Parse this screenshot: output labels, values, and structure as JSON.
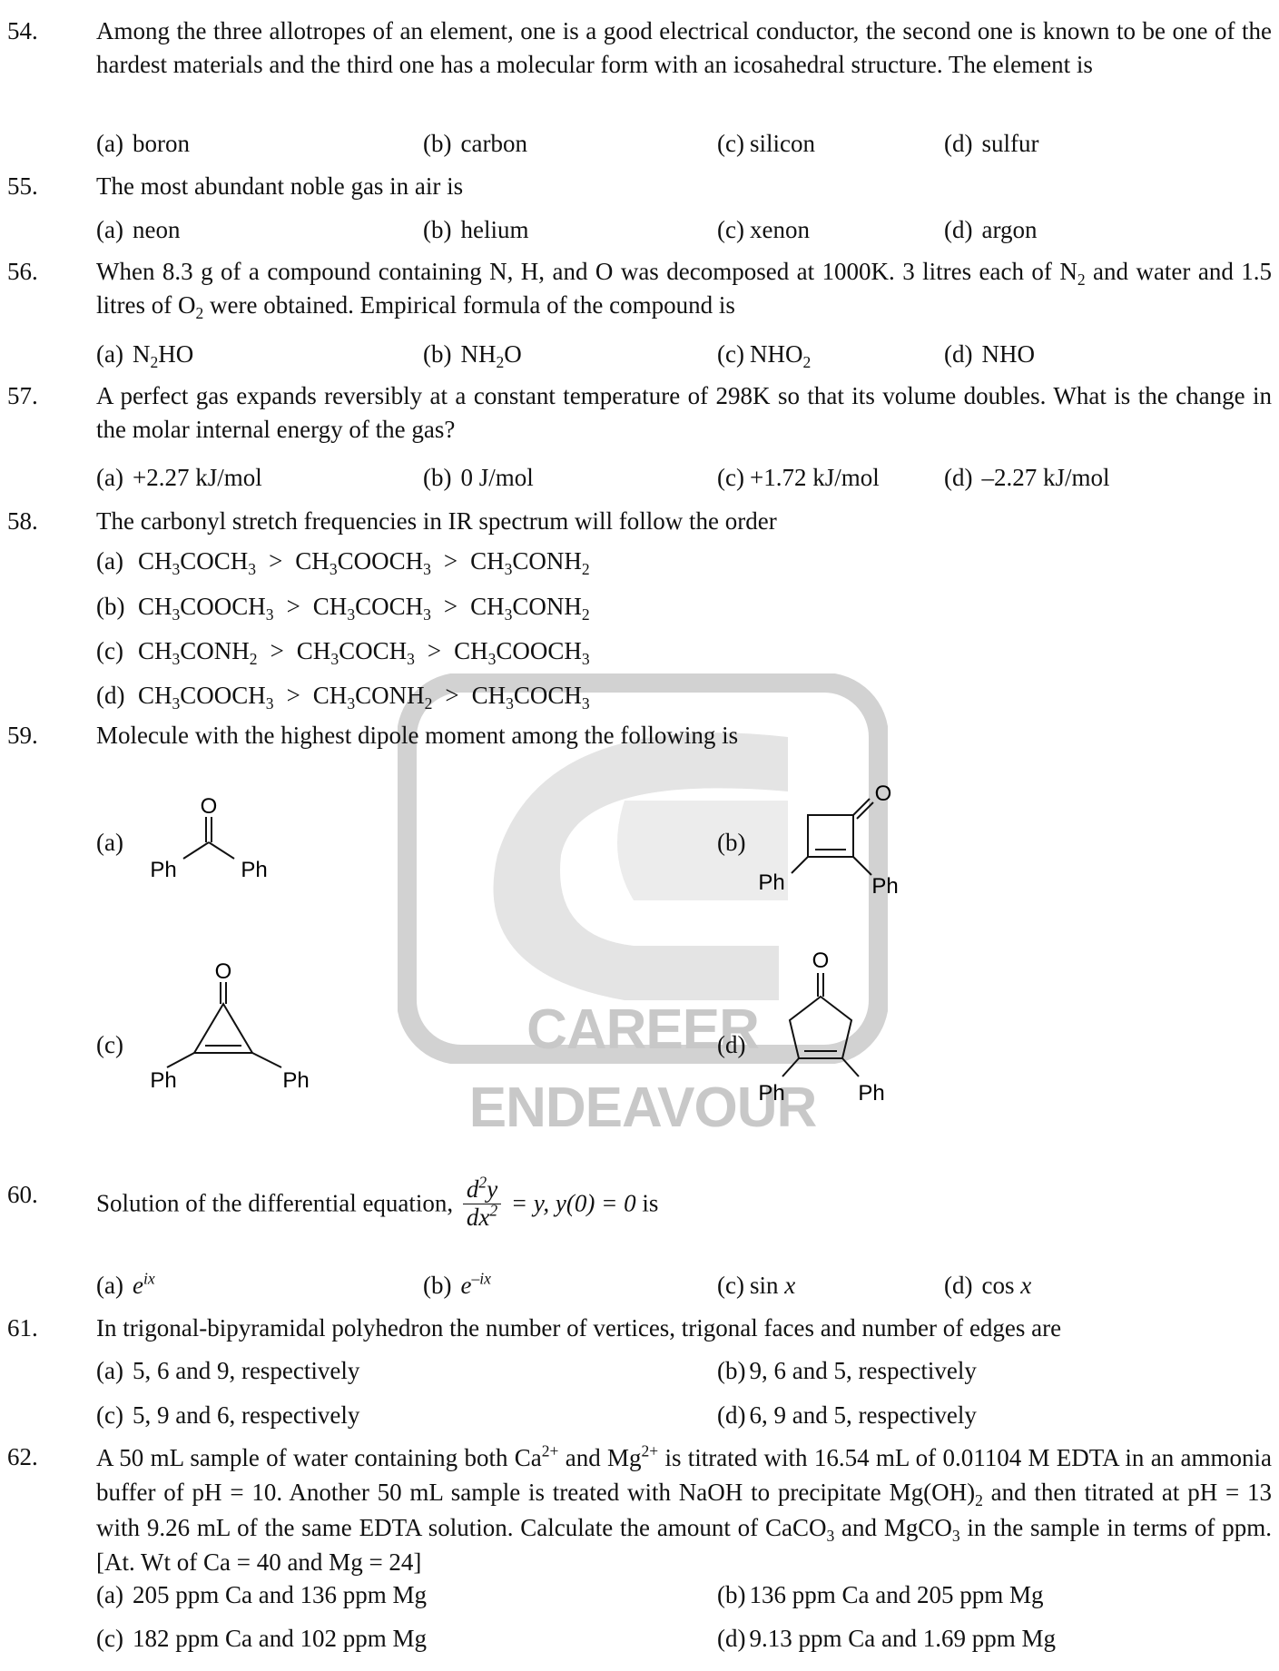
{
  "q54": {
    "num": "54.",
    "text": "Among the three allotropes of an element, one is a good electrical conductor, the second one is known to be one of the hardest materials and the third one has a molecular form with an icosahedral structure. The element is",
    "options": [
      {
        "label": "(a)",
        "text": "boron"
      },
      {
        "label": "(b)",
        "text": "carbon"
      },
      {
        "label": "(c)",
        "text": "silicon"
      },
      {
        "label": "(d)",
        "text": "sulfur"
      }
    ]
  },
  "q55": {
    "num": "55.",
    "text": "The most abundant noble gas in air is",
    "options": [
      {
        "label": "(a)",
        "text": "neon"
      },
      {
        "label": "(b)",
        "text": "helium"
      },
      {
        "label": "(c)",
        "text": "xenon"
      },
      {
        "label": "(d)",
        "text": "argon"
      }
    ]
  },
  "q56": {
    "num": "56.",
    "text_a": "When 8.3 g of a compound containing N, H, and O was decomposed at 1000K. 3 litres each of N",
    "sub_a": "2",
    "text_b": " and water and 1.5 litres of O",
    "sub_b": "2",
    "text_c": " were obtained. Empirical formula of the compound is",
    "options": [
      {
        "label": "(a)",
        "pre": "N",
        "sub": "2",
        "post": "HO"
      },
      {
        "label": "(b)",
        "pre": "NH",
        "sub": "2",
        "post": "O"
      },
      {
        "label": "(c)",
        "pre": "NHO",
        "sub": "2",
        "post": ""
      },
      {
        "label": "(d)",
        "pre": "NHO",
        "sub": "",
        "post": ""
      }
    ]
  },
  "q57": {
    "num": "57.",
    "text": "A perfect gas expands reversibly at a constant temperature of 298K so that its volume doubles. What is the change in the molar internal energy of the gas?",
    "options": [
      {
        "label": "(a)",
        "text": "+2.27 kJ/mol"
      },
      {
        "label": "(b)",
        "text": "0 J/mol"
      },
      {
        "label": "(c)",
        "text": "+1.72 kJ/mol"
      },
      {
        "label": "(d)",
        "text": "–2.27 kJ/mol"
      }
    ]
  },
  "q58": {
    "num": "58.",
    "text": "The carbonyl stretch frequencies in IR spectrum will follow the order",
    "gt": ">",
    "ch": "CH",
    "three": "3",
    "two": "2",
    "co": "CO",
    "och": "OCH",
    "nh": "NH",
    "c_suffix": "C",
    "options": [
      {
        "label": "(a)",
        "order": [
          "acetone",
          "ester",
          "amide"
        ]
      },
      {
        "label": "(b)",
        "order": [
          "ester",
          "acetone",
          "amide"
        ]
      },
      {
        "label": "(c)",
        "order": [
          "amide",
          "acetone",
          "ester"
        ]
      },
      {
        "label": "(d)",
        "order": [
          "ester",
          "amide",
          "acetone"
        ]
      }
    ]
  },
  "q59": {
    "num": "59.",
    "text": "Molecule with the highest dipole moment among the following is",
    "options": [
      {
        "label": "(a)"
      },
      {
        "label": "(b)"
      },
      {
        "label": "(c)"
      },
      {
        "label": "(d)"
      }
    ],
    "atom_o": "O",
    "group_ph": "Ph"
  },
  "q60": {
    "num": "60.",
    "text_pre": "Solution of the differential equation,",
    "frac_num": "d",
    "frac_num_sup": "2",
    "frac_num_var": "y",
    "frac_den": "dx",
    "frac_den_sup": "2",
    "eq_rest": " = y,  y(0) = 0",
    "text_post": " is",
    "options": [
      {
        "label": "(a)",
        "base": "e",
        "sup": "ix"
      },
      {
        "label": "(b)",
        "base": "e",
        "sup": "–ix"
      },
      {
        "label": "(c)",
        "text": "sin ",
        "var": "x"
      },
      {
        "label": "(d)",
        "text": "cos ",
        "var": "x"
      }
    ]
  },
  "q61": {
    "num": "61.",
    "text": "In trigonal-bipyramidal polyhedron the number of vertices, trigonal faces and number of edges are",
    "options": [
      {
        "label": "(a)",
        "text": "5, 6 and 9, respectively"
      },
      {
        "label": "(b)",
        "text": "9, 6 and 5, respectively"
      },
      {
        "label": "(c)",
        "text": "5, 9 and 6, respectively"
      },
      {
        "label": "(d)",
        "text": "6, 9 and 5, respectively"
      }
    ]
  },
  "q62": {
    "num": "62.",
    "t1": "A 50 mL sample of water containing both Ca",
    "s1": "2+",
    "t2": " and Mg",
    "s2": "2+",
    "t3": " is titrated with 16.54 mL of 0.01104 M EDTA in an ammonia buffer of pH = 10. Another 50 mL sample is treated with NaOH to precipitate Mg(OH)",
    "b1": "2",
    "t4": " and then titrated at pH = 13 with 9.26 mL of the same EDTA solution. Calculate the amount of CaCO",
    "b2": "3",
    "t5": " and MgCO",
    "b3": "3",
    "t6": " in the sample in terms of ppm. [At. Wt of Ca = 40 and Mg = 24]",
    "options": [
      {
        "label": "(a)",
        "text": "205 ppm Ca and 136 ppm Mg"
      },
      {
        "label": "(b)",
        "text": "136 ppm Ca and 205 ppm Mg"
      },
      {
        "label": "(c)",
        "text": "182 ppm Ca and 102 ppm Mg"
      },
      {
        "label": "(d)",
        "text": "9.13 ppm Ca and 1.69 ppm Mg"
      }
    ]
  },
  "watermark": {
    "text": "CAREER ENDEAVOUR",
    "color": "#c8c8c8"
  }
}
